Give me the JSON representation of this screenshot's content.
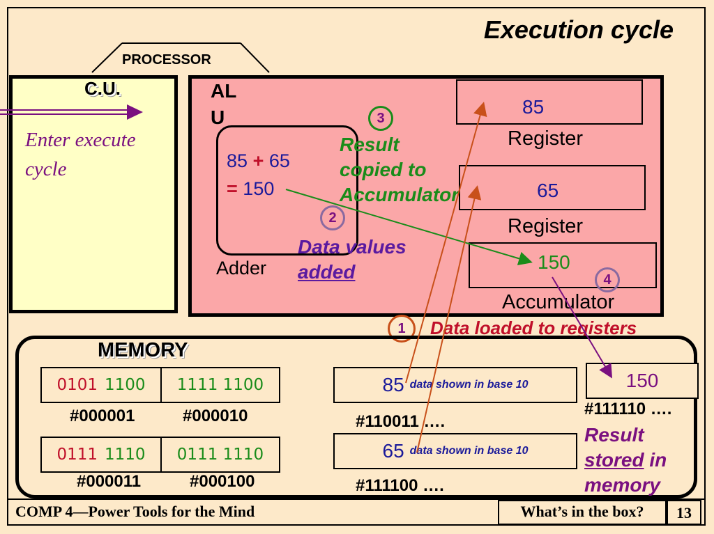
{
  "title": "Execution cycle",
  "processor": {
    "label": "PROCESSOR"
  },
  "cu": {
    "label": "C.U.",
    "note": "Enter execute cycle"
  },
  "alu": {
    "label": "AL U",
    "adder": {
      "a": "85",
      "plus": "+",
      "b": "65",
      "equals": "=",
      "result": "150",
      "label": "Adder"
    },
    "register1": {
      "value": "85",
      "label": "Register"
    },
    "register2": {
      "value": "65",
      "label": "Register"
    },
    "accumulator": {
      "value": "150",
      "label": "Accumulator"
    }
  },
  "steps": {
    "s1": {
      "num": "1",
      "pre": "Data ",
      "em": "loaded",
      "post": " to registers"
    },
    "s2": {
      "num": "2",
      "l1": "Data values",
      "l2": "added"
    },
    "s3": {
      "num": "3",
      "l1": "Result",
      "l2": "copied to",
      "l3": "Accumulator"
    },
    "s4": {
      "num": "4"
    }
  },
  "memory": {
    "label": "MEMORY",
    "row1": {
      "c1a": "0101",
      "c1b": "1100",
      "c2": "1111 1100",
      "a1": "#000001",
      "a2": "#000010"
    },
    "row2": {
      "c1a": "0111",
      "c1b": "1110",
      "c2": "0111 1110",
      "a1": "#000011",
      "a2": "#000100"
    },
    "d1": {
      "value": "85",
      "note": "data  shown in base 10",
      "addr": "#110011 …."
    },
    "d2": {
      "value": "65",
      "note": "data  shown in base 10",
      "addr": "#111100 …."
    },
    "result": {
      "value": "150",
      "addr": "#111110 ….",
      "l1": "Result",
      "l2a": "stored",
      "l2b": " in",
      "l3": "memory"
    }
  },
  "footer": {
    "course": "COMP 4—Power Tools for the Mind",
    "question": "What’s in the box?",
    "page": "13"
  },
  "colors": {
    "background": "#fde9c9",
    "cu": "#ffffc6",
    "alu": "#fba7a8",
    "arrow": "#c8501a",
    "green": "#1a8c1a",
    "purple": "#5a1aa0",
    "red": "#c0102a"
  }
}
